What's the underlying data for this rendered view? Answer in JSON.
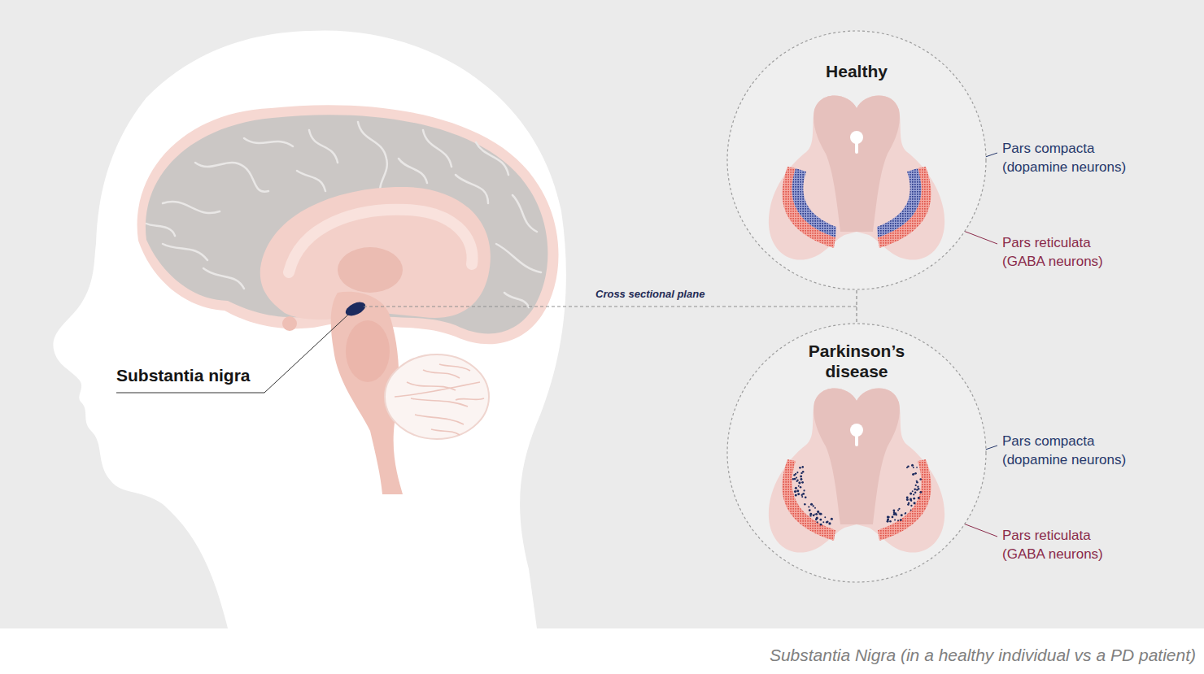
{
  "diagram": {
    "caption": "Substantia Nigra (in a healthy individual vs a PD patient)",
    "nodes": [
      {
        "text": [
          "Healthy"
        ]
      },
      {
        "text": [
          "Parkinson’s disease"
        ]
      }
    ],
    "edges": [
      {
        "from": 0,
        "to": 1,
        "arrow": "none"
      }
    ],
    "labels": [
      "Substantia nigra",
      "Cross sectional plane",
      "Pars compacta (dopamine neurons)",
      "Pars reticulata (GABA neurons)",
      "Pars compacta (dopamine neurons)",
      "Pars reticulata (GABA neurons)"
    ]
  }
}
